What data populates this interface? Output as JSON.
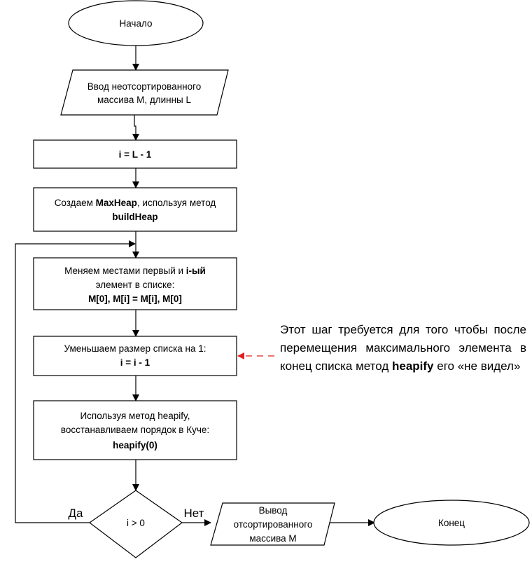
{
  "flowchart": {
    "start": "Начало",
    "input": [
      "Ввод неотсортированного",
      "массива M, длинны L"
    ],
    "init": "i = L - 1",
    "build_heap": {
      "prefix": "Создаем ",
      "bold1": "MaxHeap",
      "middle": ", используя метод",
      "bold2": "buildHeap"
    },
    "swap": {
      "line1_prefix": "Меняем местами первый и ",
      "line1_bold": "i-ый",
      "line2": "элемент в списке:",
      "line3": "M[0], M[i] = M[i], M[0]"
    },
    "decrement": {
      "line1": "Уменьшаем размер списка на 1:",
      "line2": "i = i - 1"
    },
    "heapify": {
      "line1": "Используя метод heapify,",
      "line2": "восстанавливаем порядок в Куче:",
      "line3": "heapify(0)"
    },
    "condition": "i > 0",
    "yes_label": "Да",
    "no_label": "Нет",
    "output": [
      "Вывод",
      "отсортированного",
      "массива M"
    ],
    "end": "Конец"
  },
  "annotation": {
    "text": "Этот шаг требуется для того чтобы после перемещения максимального элемента в конец списка метод",
    "bold": "heapify",
    "suffix": " его «не видел»",
    "arrow_color": "#e02020"
  }
}
